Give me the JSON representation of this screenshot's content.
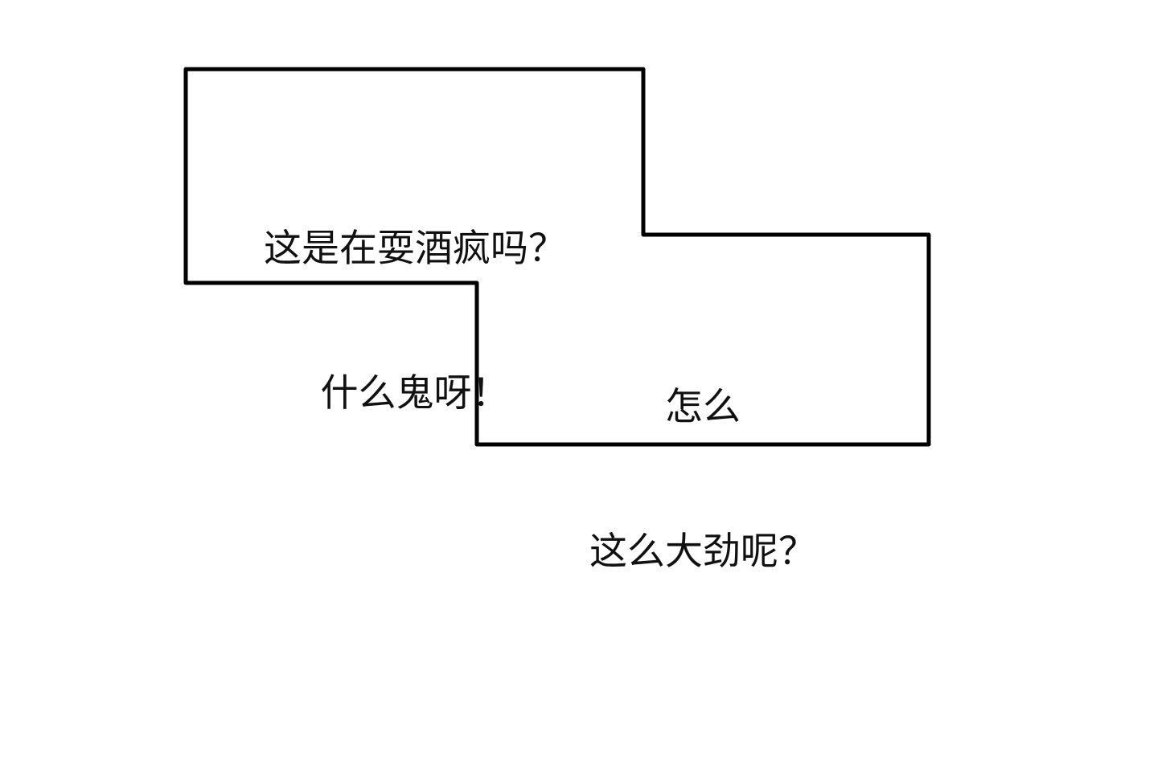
{
  "panel": {
    "background": "#ffffff",
    "border_color": "#000000"
  },
  "captions": [
    {
      "lines": [
        "这是在耍酒疯吗？",
        "什么鬼呀！"
      ]
    },
    {
      "lines": [
        "怎么",
        "这么大劲呢？"
      ]
    }
  ]
}
